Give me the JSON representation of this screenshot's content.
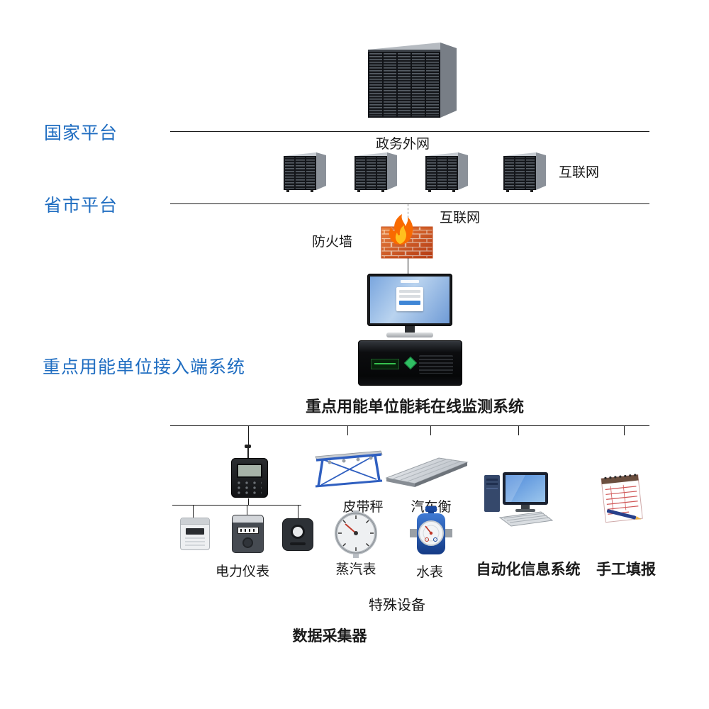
{
  "labels": {
    "national_platform": "国家平台",
    "provincial_platform": "省市平台",
    "access_system": "重点用能单位接入端系统",
    "gov_extranet": "政务外网",
    "internet_top": "互联网",
    "internet_mid": "互联网",
    "firewall": "防火墙",
    "monitoring_system": "重点用能单位能耗在线监测系统",
    "data_collector": "数据采集器",
    "belt_scale": "皮带秤",
    "truck_scale": "汽车衡",
    "power_meters": "电力仪表",
    "steam_meter": "蒸汽表",
    "water_meter": "水表",
    "automation_system": "自动化信息系统",
    "manual_entry": "手工填报",
    "special_equipment": "特殊设备"
  },
  "icons": {
    "national_servers": "server-rack-cluster",
    "provincial_servers": "server-tower",
    "firewall": "brick-wall-with-flame",
    "terminal": "monitor-with-login-screen",
    "collector_host": "rack-server-chassis",
    "data_collector": "handheld-collector",
    "belt_scale": "belt-conveyor-scale",
    "truck_scale": "truck-scale-platform",
    "power_meter": "electric-meter",
    "steam_meter": "pressure-gauge",
    "water_meter": "water-meter",
    "automation": "desktop-computer",
    "manual": "notepad-with-pen"
  },
  "colors": {
    "tier_label_blue": "#1f6dc1",
    "text_black": "#1a1a1a",
    "line_black": "#1a1a1a",
    "brick_red": "#d4501e",
    "flame_orange": "#f96a00",
    "flame_yellow": "#ffc01e",
    "screen_blue": "#7aa6de",
    "belt_frame_blue": "#2f5fc0"
  }
}
